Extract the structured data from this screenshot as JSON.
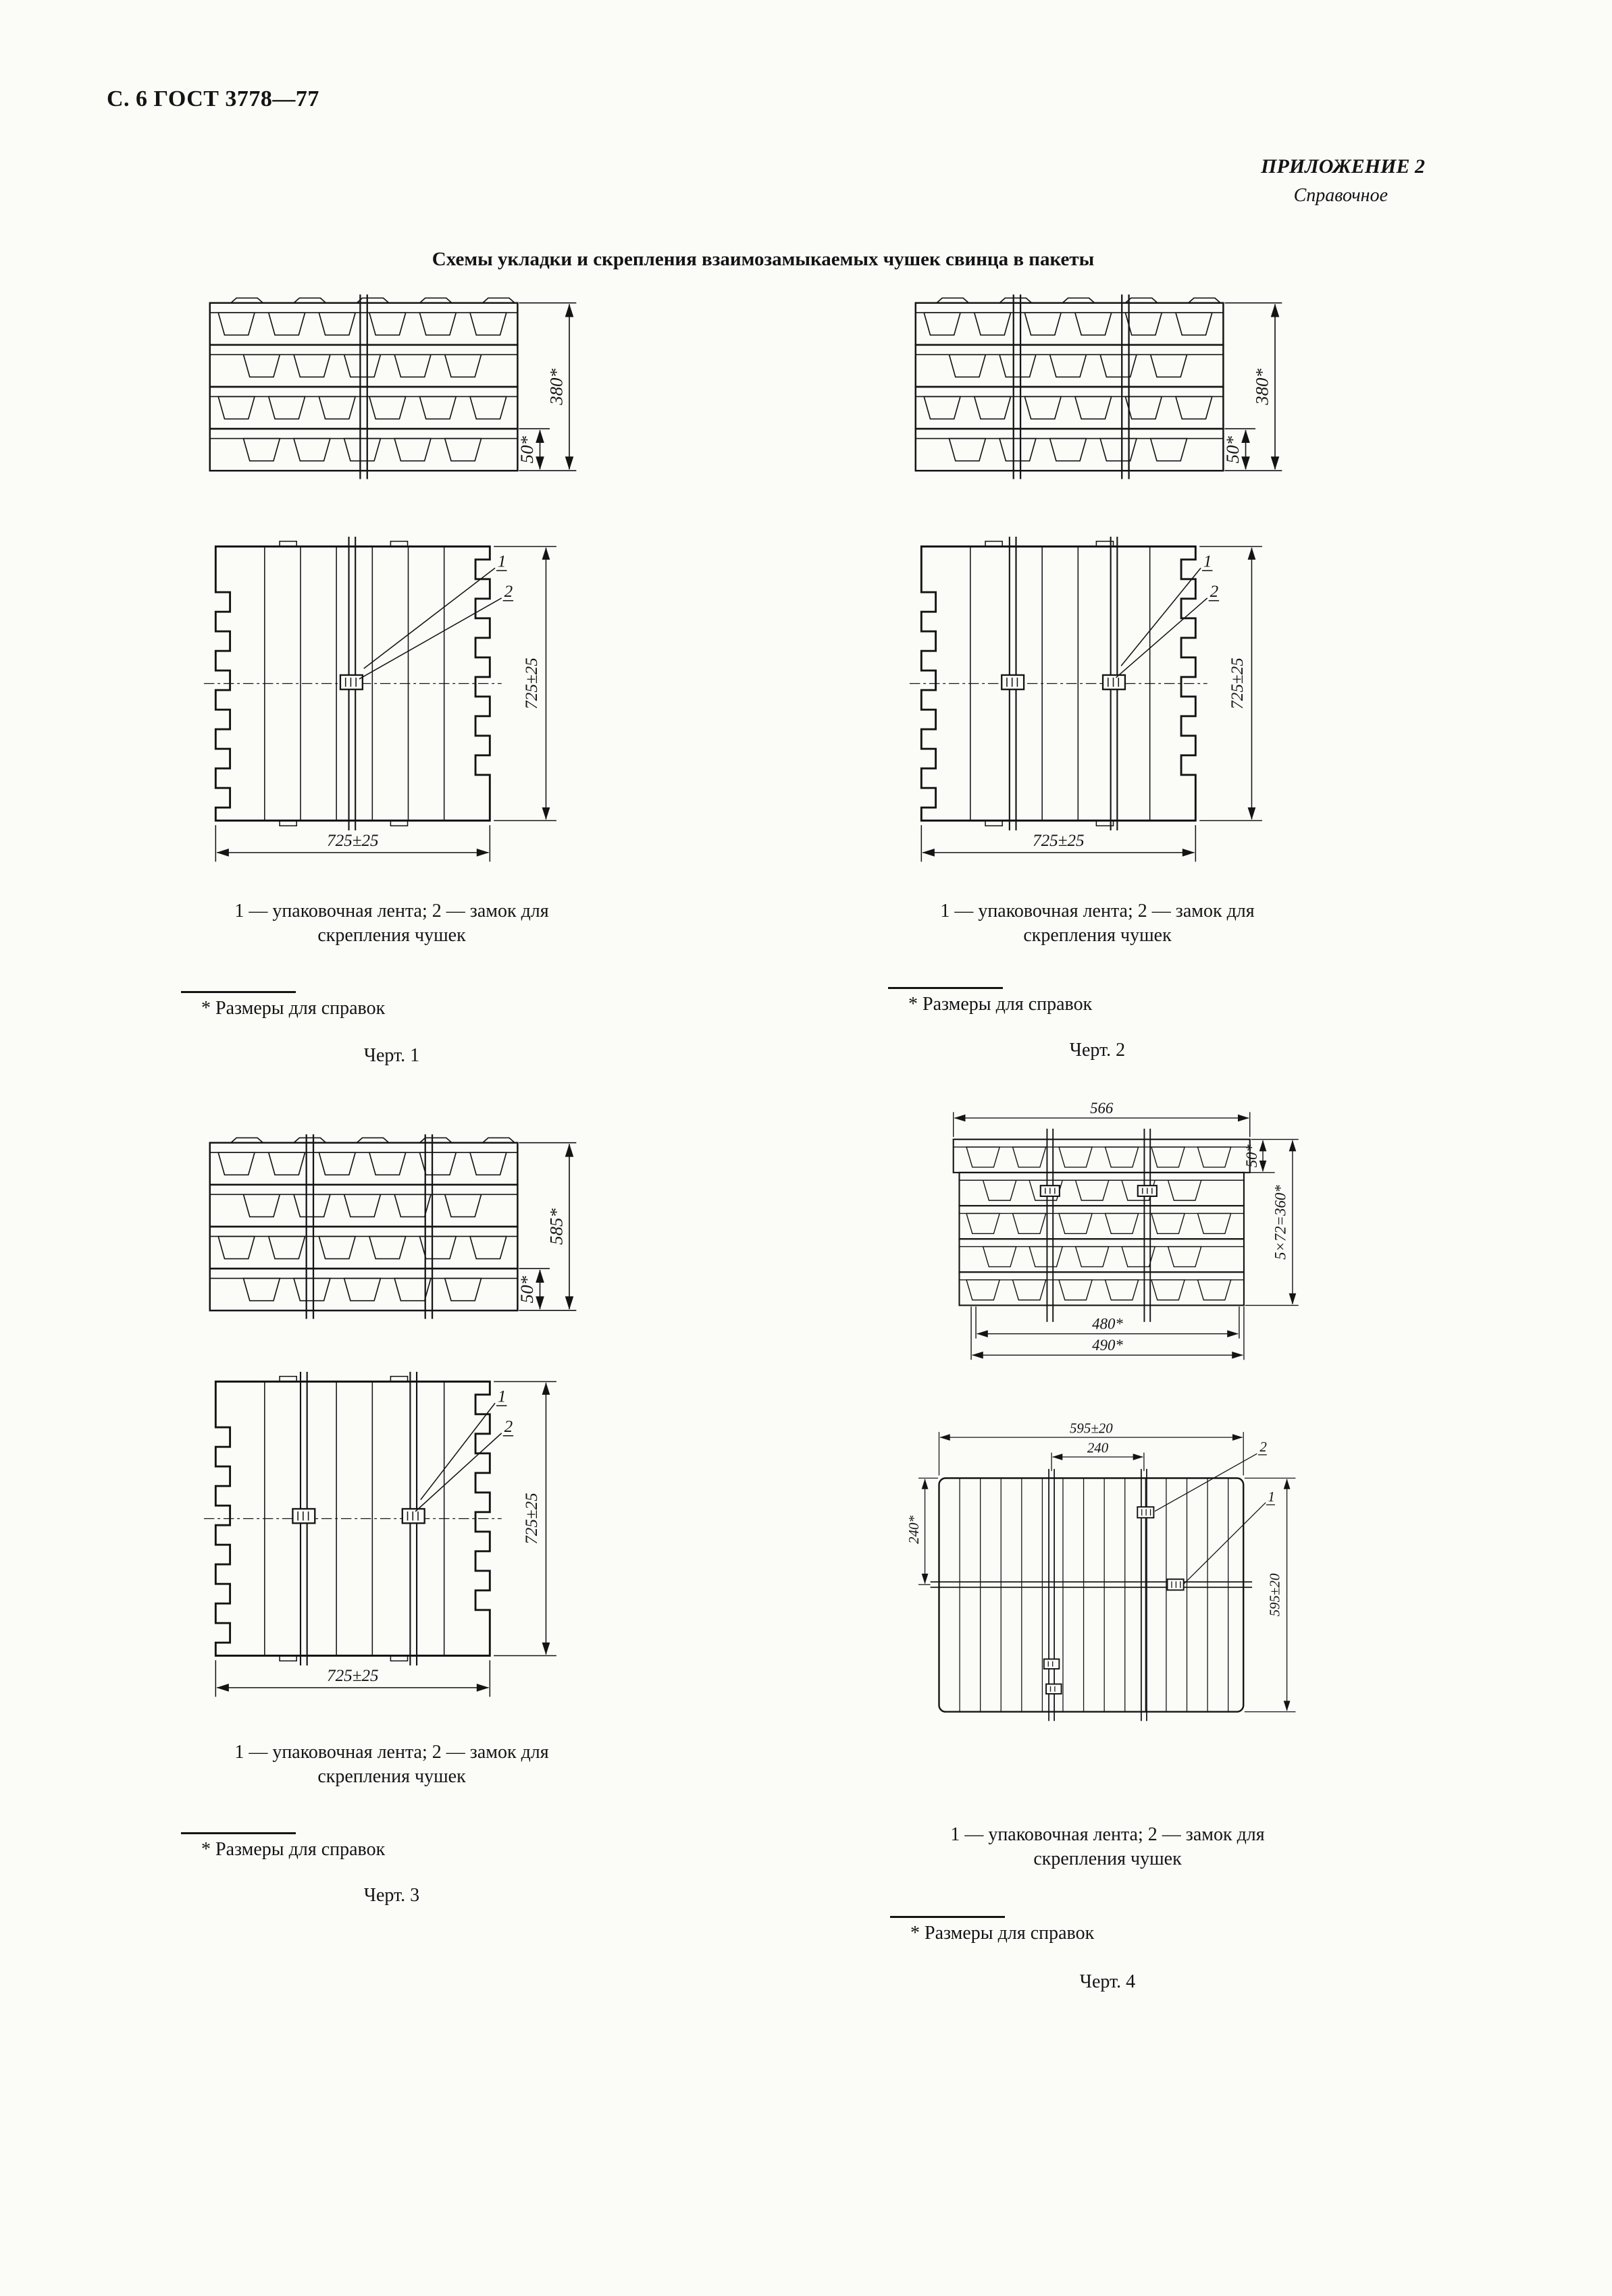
{
  "colors": {
    "ink": "#141414",
    "paper": "#fbfbf8"
  },
  "page": {
    "header": "С. 6 ГОСТ 3778—77",
    "appendix": "ПРИЛОЖЕНИЕ 2",
    "appendix_note": "Справочное",
    "title": "Схемы укладки и скрепления взаимозамыкаемых чушек свинца в пакеты"
  },
  "fig1": {
    "side_dims": {
      "layer": "50*",
      "total": "380*"
    },
    "plan_dims": {
      "right": "725±25",
      "bottom": "725±25"
    },
    "callout_strap": "1",
    "callout_lock": "2",
    "caption_line1": "1 — упаковочная лента; 2 — замок для",
    "caption_line2": "скрепления чушек",
    "footnote": "* Размеры для справок",
    "label": "Черт. 1"
  },
  "fig2": {
    "side_dims": {
      "layer": "50*",
      "total": "380*"
    },
    "plan_dims": {
      "right": "725±25",
      "bottom": "725±25"
    },
    "callout_strap": "1",
    "callout_lock": "2",
    "caption_line1": "1 — упаковочная лента; 2 — замок для",
    "caption_line2": "скрепления чушек",
    "footnote": "* Размеры для справок",
    "label": "Черт. 2"
  },
  "fig3": {
    "side_dims": {
      "layer": "50*",
      "total": "585*"
    },
    "plan_dims": {
      "right": "725±25",
      "bottom": "725±25"
    },
    "callout_strap": "1",
    "callout_lock": "2",
    "caption_line1": "1 — упаковочная лента; 2 — замок для",
    "caption_line2": "скрепления чушек",
    "footnote": "* Размеры для справок",
    "label": "Черт. 3"
  },
  "fig4": {
    "stack_dims": {
      "width": "566",
      "layer": "50*",
      "total": "5×72=360*",
      "inner_width": "480*",
      "outer_width": "490*"
    },
    "plan_dims": {
      "top": "595±20",
      "inner": "240",
      "left": "240*",
      "right": "595±20"
    },
    "callout_strap": "1",
    "callout_lock": "2",
    "caption_line1": "1 — упаковочная лента; 2 — замок для",
    "caption_line2": "скрепления чушек",
    "footnote": "* Размеры для справок",
    "label": "Черт. 4"
  }
}
